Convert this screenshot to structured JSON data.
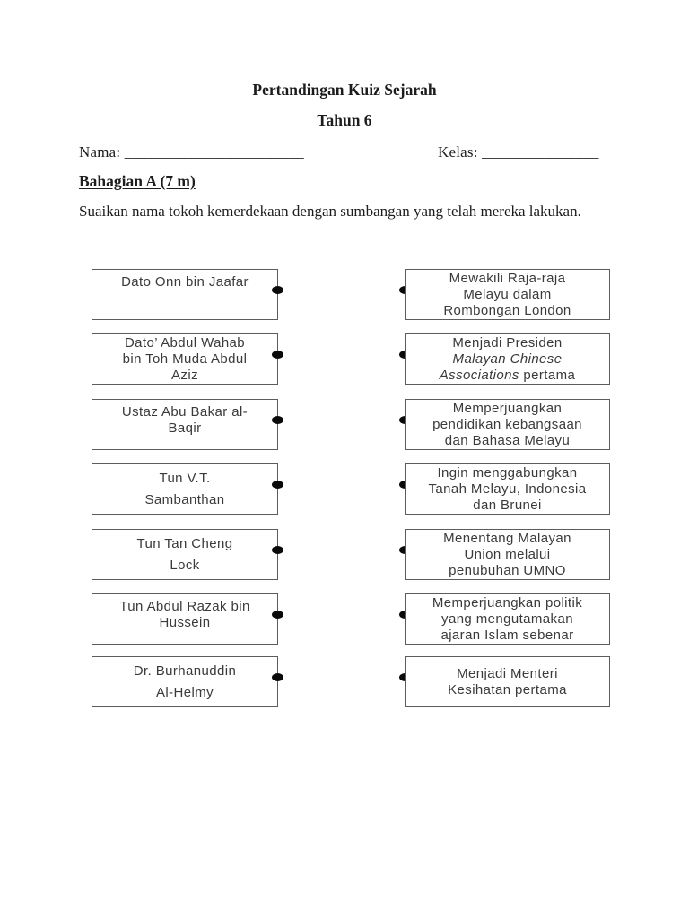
{
  "page": {
    "title": "Pertandingan Kuiz Sejarah",
    "subtitle": "Tahun 6",
    "name_label": "Nama:",
    "name_blank": "_______________________",
    "class_label": "Kelas:",
    "class_blank": "_______________",
    "section_heading": "Bahagian A (7 m)",
    "instruction": "Suaikan nama tokoh kemerdekaan dengan sumbangan yang telah mereka lakukan."
  },
  "colors": {
    "box_border": "#5c5c5c",
    "box_text": "#3a3a3a",
    "connector_dot": "#0a0a0a",
    "page_background": "#ffffff"
  },
  "matching": {
    "left": [
      {
        "lines": [
          "Dato Onn bin Jaafar"
        ]
      },
      {
        "lines": [
          "Dato’ Abdul Wahab",
          "bin Toh Muda Abdul",
          "Aziz"
        ]
      },
      {
        "lines": [
          "Ustaz Abu Bakar al-",
          "Baqir"
        ]
      },
      {
        "lines": [
          "Tun V.T.",
          "Sambanthan"
        ]
      },
      {
        "lines": [
          "Tun Tan Cheng",
          "Lock"
        ]
      },
      {
        "lines": [
          "Tun Abdul Razak bin",
          "Hussein"
        ]
      },
      {
        "lines": [
          "Dr. Burhanuddin",
          "Al-Helmy"
        ]
      }
    ],
    "right": [
      {
        "lines": [
          "Mewakili Raja-raja",
          "Melayu dalam",
          "Rombongan London"
        ]
      },
      {
        "line1": "Menjadi Presiden",
        "line2_italic": "Malayan Chinese",
        "line3_italic": "Associations",
        "line3_regular": "pertama"
      },
      {
        "lines": [
          "Memperjuangkan",
          "pendidikan kebangsaan",
          "dan Bahasa Melayu"
        ]
      },
      {
        "lines": [
          "Ingin menggabungkan",
          "Tanah Melayu, Indonesia",
          "dan Brunei"
        ]
      },
      {
        "lines": [
          "Menentang Malayan",
          "Union melalui",
          "penubuhan UMNO"
        ]
      },
      {
        "lines": [
          "Memperjuangkan politik",
          "yang mengutamakan",
          "ajaran Islam sebenar"
        ]
      },
      {
        "lines": [
          "Menjadi Menteri",
          "Kesihatan pertama"
        ]
      }
    ]
  }
}
